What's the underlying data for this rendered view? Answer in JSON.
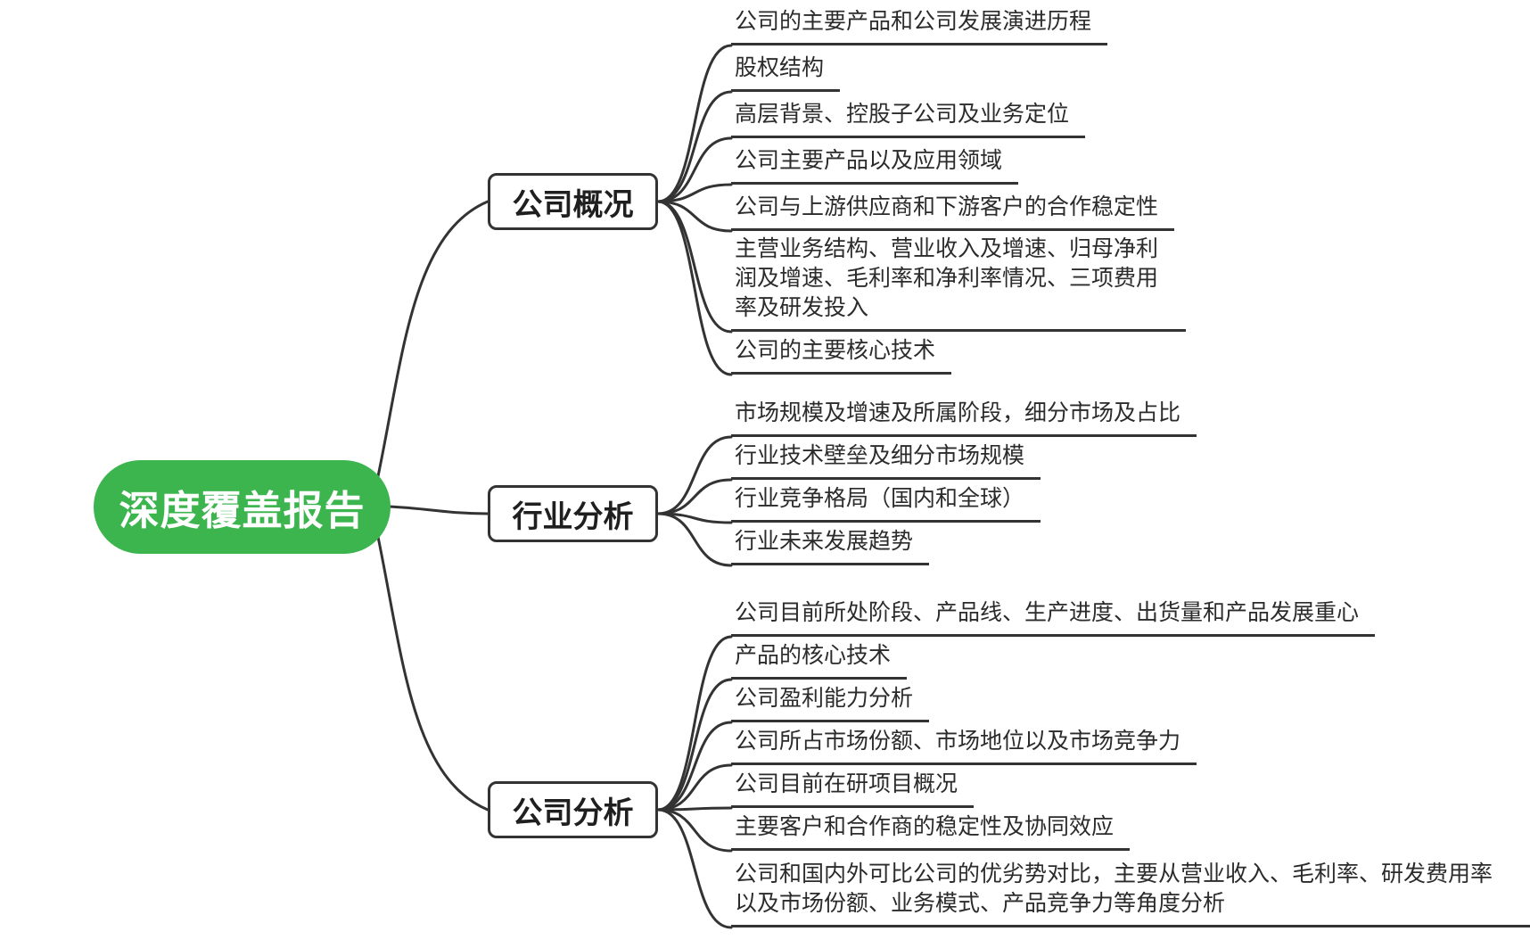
{
  "root": {
    "label": "深度覆盖报告"
  },
  "branches": [
    {
      "label": "公司概况",
      "leaves": [
        "公司的主要产品和公司发展演进历程",
        "股权结构",
        "高层背景、控股子公司及业务定位",
        "公司主要产品以及应用领域",
        "公司与上游供应商和下游客户的合作稳定性",
        "主营业务结构、营业收入及增速、归母净利润及增速、毛利率和净利率情况、三项费用率及研发投入",
        "公司的主要核心技术"
      ]
    },
    {
      "label": "行业分析",
      "leaves": [
        "市场规模及增速及所属阶段，细分市场及占比",
        "行业技术壁垒及细分市场规模",
        "行业竞争格局（国内和全球）",
        "行业未来发展趋势"
      ]
    },
    {
      "label": "公司分析",
      "leaves": [
        "公司目前所处阶段、产品线、生产进度、出货量和产品发展重心",
        "产品的核心技术",
        "公司盈利能力分析",
        "公司所占市场份额、市场地位以及市场竞争力",
        "公司目前在研项目概况",
        "主要客户和合作商的稳定性及协同效应",
        "公司和国内外可比公司的优劣势对比，主要从营业收入、毛利率、研发费用率以及市场份额、业务模式、产品竞争力等角度分析"
      ]
    }
  ],
  "colors": {
    "root_fill": "#3CB54E",
    "line": "#333333"
  }
}
